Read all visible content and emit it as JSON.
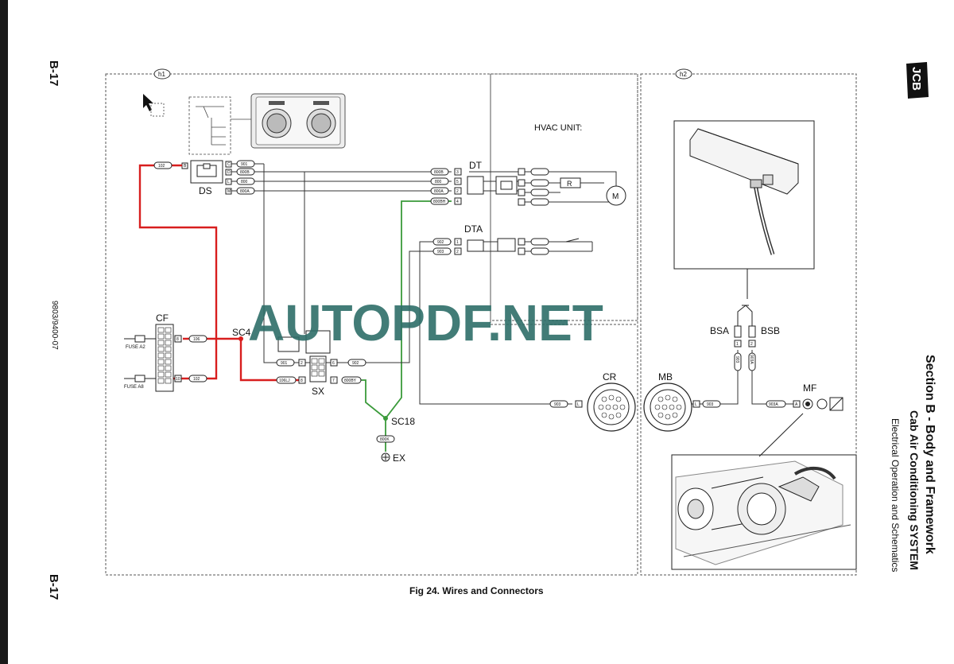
{
  "page": {
    "page_number_top": "B-17",
    "page_number_bottom": "B-17",
    "doc_number": "9803/9400-07",
    "section_title": "Section B - Body and Framework",
    "subsection_title": "Cab Air Conditioning SYSTEM",
    "topic_title": "Electrical Operation and Schematics",
    "logo_text": "JCB"
  },
  "figure": {
    "caption": "Fig 24. Wires and Connectors",
    "grid_refs": [
      "h1",
      "h2"
    ],
    "hvac_title": "HVAC UNIT:",
    "watermark": "AUTOPDF.NET"
  },
  "components": {
    "ds": "DS",
    "dt": "DT",
    "dta": "DTA",
    "cf": "CF",
    "sc4": "SC4",
    "sx": "SX",
    "sc18": "SC18",
    "ex": "EX",
    "cr": "CR",
    "mb": "MB",
    "bsa": "BSA",
    "bsb": "BSB",
    "mf": "MF",
    "resistor": "R",
    "motor": "M",
    "fuse_a2": "FUSE A2",
    "fuse_a8": "FUSE A8"
  },
  "wires": {
    "w102a": "102",
    "w901a": "901",
    "w800b": "800B",
    "w800": "800",
    "w800a": "800A",
    "w800b_r": "800B",
    "w800_r": "800",
    "w800a_r": "800A",
    "w800bh": "800BH",
    "w902": "902",
    "w903": "903",
    "w106": "106",
    "w102b": "102",
    "w901b": "901",
    "w902b": "902",
    "w106lj": "106LJ",
    "w800by": "800BY",
    "w800k": "800K",
    "w903_cr": "903",
    "w903_mb": "903",
    "w903a": "903A",
    "w903_bsa": "903",
    "w903_bsb": "903A"
  },
  "pins": {
    "ds_b": "B",
    "ds_c": "C",
    "ds_d": "D",
    "ds_l": "L",
    "ds_m": "M",
    "dt_3": "3",
    "dt_5": "5",
    "dt_2": "2",
    "dt_4": "4",
    "dta_1": "1",
    "dta_2": "2",
    "cf_a2": "8",
    "cf_a8": "10",
    "sx_2": "2",
    "sx_8": "8",
    "sx_6": "6",
    "sx_7": "7",
    "cr_l": "L",
    "mb_l": "L",
    "mf_a": "A",
    "bsa_pin": "1",
    "bsb_pin": "2"
  },
  "colors": {
    "power": "#d81e1e",
    "ground": "#3a9a3a",
    "watermark": "#2e6e68"
  }
}
